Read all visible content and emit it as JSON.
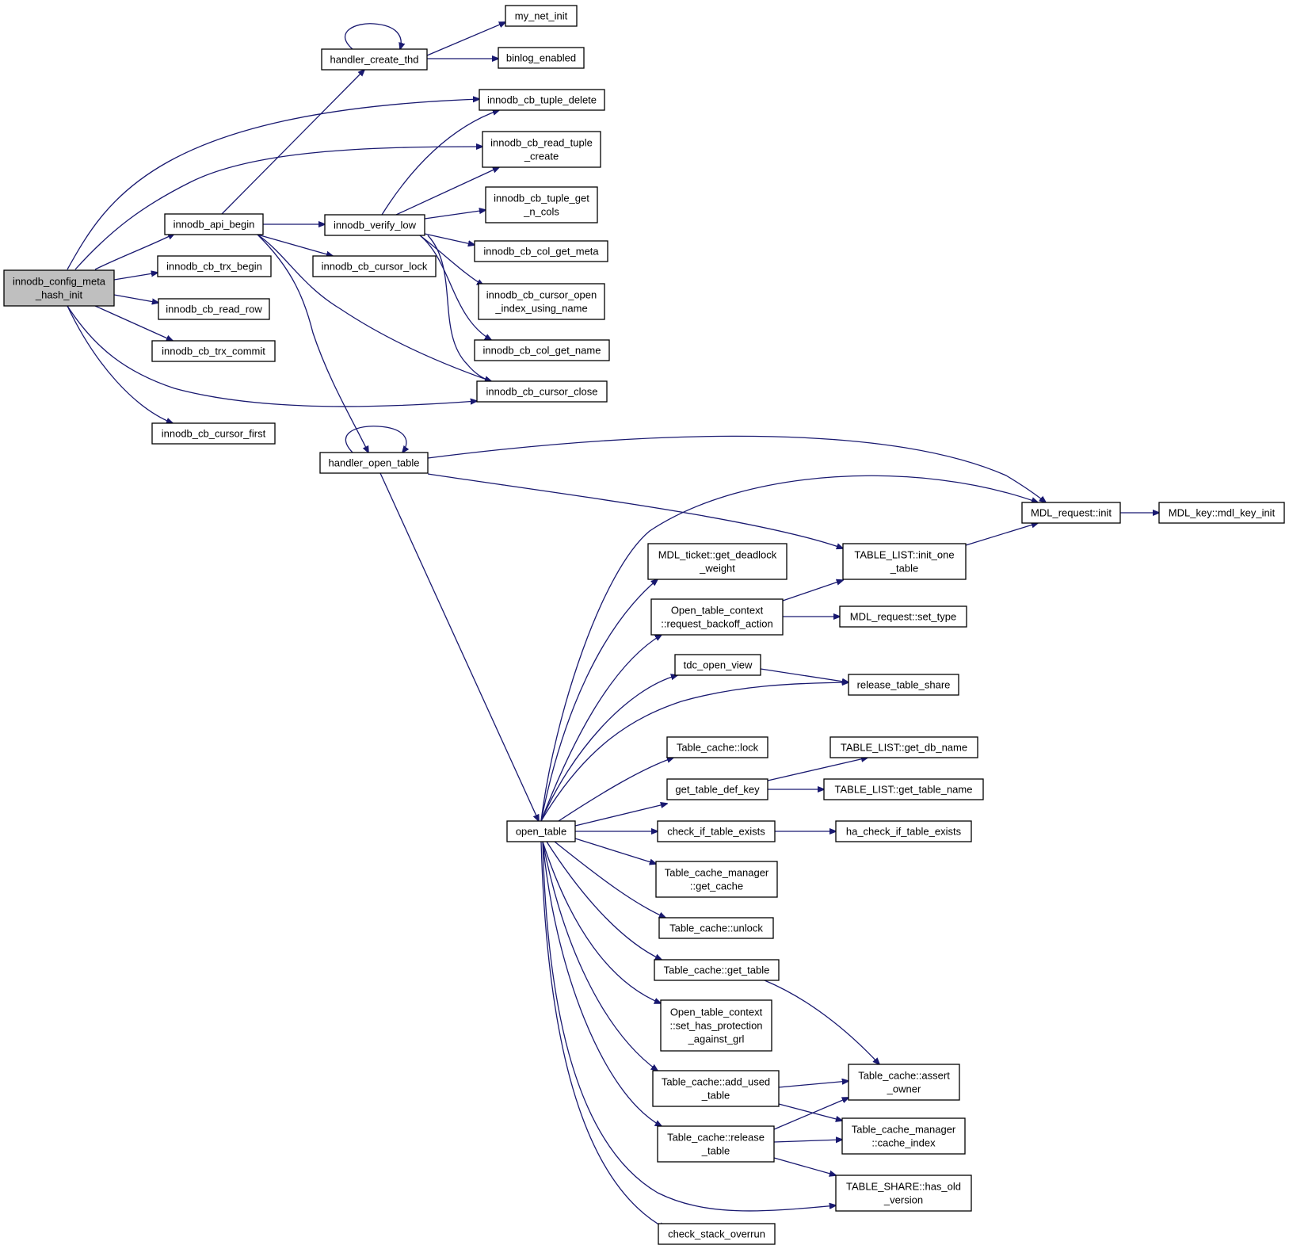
{
  "graph": {
    "colors": {
      "edge": "#191970",
      "root_fill": "#bfbfbf",
      "node_fill": "#ffffff",
      "node_border": "#000000"
    },
    "nodes": [
      {
        "id": "root",
        "lines": [
          "innodb_config_meta",
          "_hash_init"
        ],
        "root": true
      },
      {
        "id": "hct",
        "lines": [
          "handler_create_thd"
        ]
      },
      {
        "id": "mni",
        "lines": [
          "my_net_init"
        ]
      },
      {
        "id": "be",
        "lines": [
          "binlog_enabled"
        ]
      },
      {
        "id": "ctd",
        "lines": [
          "innodb_cb_tuple_delete"
        ]
      },
      {
        "id": "crtc",
        "lines": [
          "innodb_cb_read_tuple",
          "_create"
        ]
      },
      {
        "id": "ctgn",
        "lines": [
          "innodb_cb_tuple_get",
          "_n_cols"
        ]
      },
      {
        "id": "iab",
        "lines": [
          "innodb_api_begin"
        ]
      },
      {
        "id": "ivl",
        "lines": [
          "innodb_verify_low"
        ]
      },
      {
        "id": "ccgm",
        "lines": [
          "innodb_cb_col_get_meta"
        ]
      },
      {
        "id": "ctb",
        "lines": [
          "innodb_cb_trx_begin"
        ]
      },
      {
        "id": "ccl",
        "lines": [
          "innodb_cb_cursor_lock"
        ]
      },
      {
        "id": "ccoi",
        "lines": [
          "innodb_cb_cursor_open",
          "_index_using_name"
        ]
      },
      {
        "id": "crr",
        "lines": [
          "innodb_cb_read_row"
        ]
      },
      {
        "id": "ccgn",
        "lines": [
          "innodb_cb_col_get_name"
        ]
      },
      {
        "id": "ctc",
        "lines": [
          "innodb_cb_trx_commit"
        ]
      },
      {
        "id": "ccc",
        "lines": [
          "innodb_cb_cursor_close"
        ]
      },
      {
        "id": "ccf",
        "lines": [
          "innodb_cb_cursor_first"
        ]
      },
      {
        "id": "hot",
        "lines": [
          "handler_open_table"
        ]
      },
      {
        "id": "mri",
        "lines": [
          "MDL_request::init"
        ]
      },
      {
        "id": "mki",
        "lines": [
          "MDL_key::mdl_key_init"
        ]
      },
      {
        "id": "mtgdw",
        "lines": [
          "MDL_ticket::get_deadlock",
          "_weight"
        ]
      },
      {
        "id": "tlio",
        "lines": [
          "TABLE_LIST::init_one",
          "_table"
        ]
      },
      {
        "id": "otcrba",
        "lines": [
          "Open_table_context",
          "::request_backoff_action"
        ]
      },
      {
        "id": "mrst",
        "lines": [
          "MDL_request::set_type"
        ]
      },
      {
        "id": "tov",
        "lines": [
          "tdc_open_view"
        ]
      },
      {
        "id": "rts",
        "lines": [
          "release_table_share"
        ]
      },
      {
        "id": "tcl",
        "lines": [
          "Table_cache::lock"
        ]
      },
      {
        "id": "tlgdn",
        "lines": [
          "TABLE_LIST::get_db_name"
        ]
      },
      {
        "id": "gtdk",
        "lines": [
          "get_table_def_key"
        ]
      },
      {
        "id": "tlgtn",
        "lines": [
          "TABLE_LIST::get_table_name"
        ]
      },
      {
        "id": "ot",
        "lines": [
          "open_table"
        ]
      },
      {
        "id": "cite",
        "lines": [
          "check_if_table_exists"
        ]
      },
      {
        "id": "hcite",
        "lines": [
          "ha_check_if_table_exists"
        ]
      },
      {
        "id": "tcmgc",
        "lines": [
          "Table_cache_manager",
          "::get_cache"
        ]
      },
      {
        "id": "tcu",
        "lines": [
          "Table_cache::unlock"
        ]
      },
      {
        "id": "tcgt",
        "lines": [
          "Table_cache::get_table"
        ]
      },
      {
        "id": "otcshp",
        "lines": [
          "Open_table_context",
          "::set_has_protection",
          "_against_grl"
        ]
      },
      {
        "id": "tcao",
        "lines": [
          "Table_cache::assert",
          "_owner"
        ]
      },
      {
        "id": "tcaut",
        "lines": [
          "Table_cache::add_used",
          "_table"
        ]
      },
      {
        "id": "tcmci",
        "lines": [
          "Table_cache_manager",
          "::cache_index"
        ]
      },
      {
        "id": "tcrt",
        "lines": [
          "Table_cache::release",
          "_table"
        ]
      },
      {
        "id": "tshov",
        "lines": [
          "TABLE_SHARE::has_old",
          "_version"
        ]
      },
      {
        "id": "cso",
        "lines": [
          "check_stack_overrun"
        ]
      }
    ],
    "edges": [
      [
        "root",
        "iab"
      ],
      [
        "root",
        "ctd"
      ],
      [
        "root",
        "crtc"
      ],
      [
        "root",
        "ctb"
      ],
      [
        "root",
        "crr"
      ],
      [
        "root",
        "ctc"
      ],
      [
        "root",
        "ccc"
      ],
      [
        "root",
        "ccf"
      ],
      [
        "hct",
        "hct"
      ],
      [
        "hct",
        "mni"
      ],
      [
        "hct",
        "be"
      ],
      [
        "iab",
        "hct"
      ],
      [
        "iab",
        "ivl"
      ],
      [
        "iab",
        "ccl"
      ],
      [
        "iab",
        "ccc"
      ],
      [
        "iab",
        "hot"
      ],
      [
        "ivl",
        "ctd"
      ],
      [
        "ivl",
        "crtc"
      ],
      [
        "ivl",
        "ctgn"
      ],
      [
        "ivl",
        "ccgm"
      ],
      [
        "ivl",
        "ccoi"
      ],
      [
        "ivl",
        "ccgn"
      ],
      [
        "ivl",
        "ccc"
      ],
      [
        "hot",
        "hot"
      ],
      [
        "hot",
        "mri"
      ],
      [
        "hot",
        "tlio"
      ],
      [
        "hot",
        "ot"
      ],
      [
        "mri",
        "mki"
      ],
      [
        "tlio",
        "mri"
      ],
      [
        "otcrba",
        "tlio"
      ],
      [
        "otcrba",
        "mrst"
      ],
      [
        "tov",
        "rts"
      ],
      [
        "gtdk",
        "tlgdn"
      ],
      [
        "gtdk",
        "tlgtn"
      ],
      [
        "cite",
        "hcite"
      ],
      [
        "tcgt",
        "tcao"
      ],
      [
        "tcaut",
        "tcao"
      ],
      [
        "tcaut",
        "tcmci"
      ],
      [
        "tcrt",
        "tcao"
      ],
      [
        "tcrt",
        "tcmci"
      ],
      [
        "tcrt",
        "tshov"
      ],
      [
        "ot",
        "mri"
      ],
      [
        "ot",
        "mtgdw"
      ],
      [
        "ot",
        "otcrba"
      ],
      [
        "ot",
        "tov"
      ],
      [
        "ot",
        "rts"
      ],
      [
        "ot",
        "tcl"
      ],
      [
        "ot",
        "gtdk"
      ],
      [
        "ot",
        "cite"
      ],
      [
        "ot",
        "tcmgc"
      ],
      [
        "ot",
        "tcu"
      ],
      [
        "ot",
        "tcgt"
      ],
      [
        "ot",
        "otcshp"
      ],
      [
        "ot",
        "tcaut"
      ],
      [
        "ot",
        "tcrt"
      ],
      [
        "ot",
        "tshov"
      ],
      [
        "ot",
        "cso"
      ]
    ]
  }
}
